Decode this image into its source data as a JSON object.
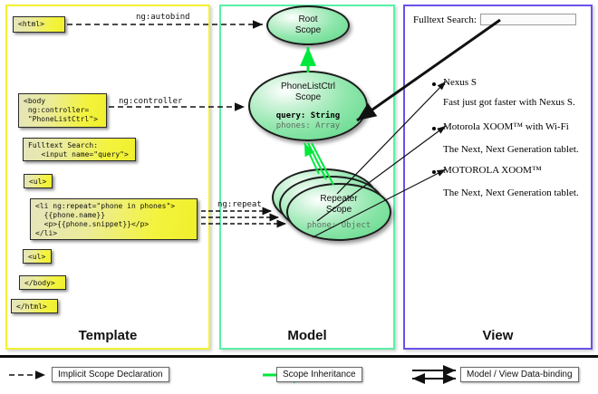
{
  "columns": [
    {
      "key": "template",
      "label": "Template",
      "border_color": "#f2f131"
    },
    {
      "key": "model",
      "label": "Model",
      "border_color": "#59f0a8"
    },
    {
      "key": "view",
      "label": "View",
      "border_color": "#6b51e8"
    }
  ],
  "template": {
    "boxes": [
      {
        "name": "html-open-box",
        "text": "<html>"
      },
      {
        "name": "body-controller-box",
        "text": "<body\n ng:controller=\n \"PhoneListCtrl\">"
      },
      {
        "name": "fulltext-search-box",
        "text": "Fulltext Search:\n   <input name=\"query\">"
      },
      {
        "name": "ul-open-box",
        "text": "<ul>"
      },
      {
        "name": "li-repeat-box",
        "text": "<li ng:repeat=\"phone in phones\">\n  {{phone.name}}\n  <p>{{phone.snippet}}</p>\n</li>"
      },
      {
        "name": "ul-close-box",
        "text": "<ul>"
      },
      {
        "name": "body-close-box",
        "text": "</body>"
      },
      {
        "name": "html-close-box",
        "text": "</html>"
      }
    ]
  },
  "model": {
    "scopes": [
      {
        "name": "root-scope",
        "title_line1": "Root",
        "title_line2": "Scope",
        "props": []
      },
      {
        "name": "phonelistctrl-scope",
        "title_line1": "PhoneListCtrl",
        "title_line2": "Scope",
        "props": [
          {
            "text": "query: String",
            "style": "bold"
          },
          {
            "text": "phones: Array",
            "style": "gray"
          }
        ]
      },
      {
        "name": "repeater-scope",
        "title_line1": "Repeater",
        "title_line2": "Scope",
        "props": [
          {
            "text": "phone: Object",
            "style": "gray"
          }
        ]
      }
    ]
  },
  "view": {
    "search_label": "Fulltext Search:",
    "search_value": "",
    "search_placeholder": "",
    "items": [
      {
        "title": "Nexus S",
        "snippet": "Fast just got faster with Nexus S."
      },
      {
        "title": "Motorola XOOM™  with Wi-Fi",
        "snippet": "The Next, Next Generation tablet."
      },
      {
        "title": "MOTOROLA XOOM™",
        "snippet": "The Next, Next Generation tablet."
      }
    ]
  },
  "edges": [
    {
      "name": "ng-autobind-label",
      "label": "ng:autobind"
    },
    {
      "name": "ng-controller-label",
      "label": "ng:controller"
    },
    {
      "name": "ng-repeat-label",
      "label": "ng:repeat"
    }
  ],
  "legend": {
    "items": [
      {
        "name": "legend-implicit-scope-declaration",
        "label": "Implicit Scope Declaration",
        "arrow": "dashed-black"
      },
      {
        "name": "legend-scope-inheritance",
        "label": "Scope Inheritance",
        "arrow": "solid-green"
      },
      {
        "name": "legend-data-binding",
        "label": "Model / View Data-binding",
        "arrow": "double-black"
      }
    ]
  },
  "colors": {
    "template_border": "#f2f131",
    "model_border": "#59f0a8",
    "view_border": "#6b51e8",
    "inheritance_arrow": "#00e83c",
    "code_box_fill": "#f0ef2c"
  }
}
